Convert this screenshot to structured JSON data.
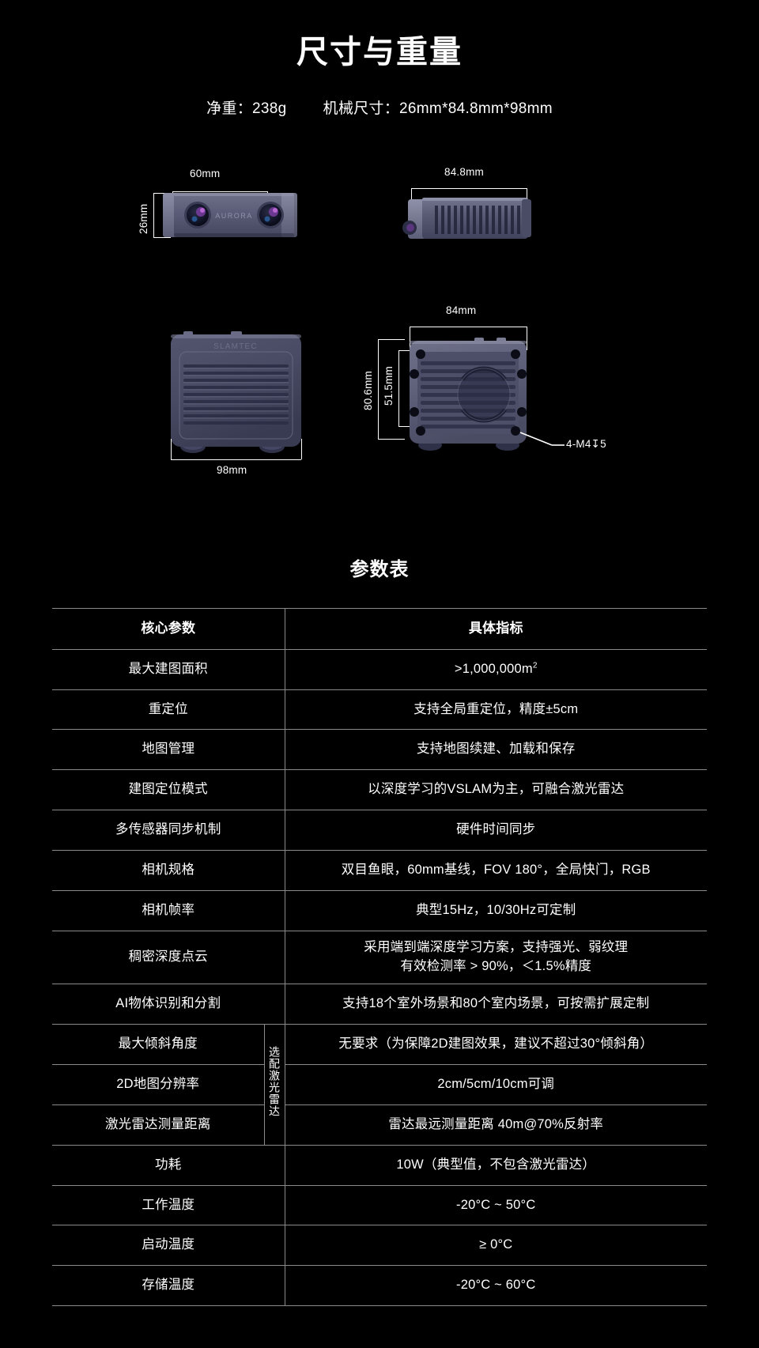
{
  "hero": {
    "title": "尺寸与重量",
    "net_weight": "净重：238g",
    "mechanical_size": "机械尺寸：26mm*84.8mm*98mm"
  },
  "drawings": {
    "front_view": {
      "name": "front-view",
      "brand_text": "AURORA",
      "width_dim": "60mm",
      "height_dim": "26mm"
    },
    "side_view": {
      "name": "side-view",
      "width_dim": "84.8mm"
    },
    "top_view": {
      "name": "top-view",
      "brand_text": "SLAMTEC",
      "width_dim": "98mm"
    },
    "bottom_view": {
      "name": "bottom-view",
      "width_dim": "84mm",
      "height_dim_outer": "80.6mm",
      "height_dim_inner": "51.5mm",
      "thread_note": "4-M4↧5"
    }
  },
  "spec_table": {
    "title": "参数表",
    "headers": [
      "核心参数",
      "具体指标"
    ],
    "group_label": "选配激光雷达",
    "rows": [
      {
        "param": "最大建图面积",
        "value": ">1,000,000m",
        "sup": "2",
        "grouped": false
      },
      {
        "param": "重定位",
        "value": "支持全局重定位，精度±5cm",
        "grouped": false
      },
      {
        "param": "地图管理",
        "value": "支持地图续建、加载和保存",
        "grouped": false
      },
      {
        "param": "建图定位模式",
        "value": "以深度学习的VSLAM为主，可融合激光雷达",
        "grouped": false
      },
      {
        "param": "多传感器同步机制",
        "value": "硬件时间同步",
        "grouped": false
      },
      {
        "param": "相机规格",
        "value": "双目鱼眼，60mm基线，FOV 180°，全局快门，RGB",
        "grouped": false
      },
      {
        "param": "相机帧率",
        "value": "典型15Hz，10/30Hz可定制",
        "grouped": false
      },
      {
        "param": "稠密深度点云",
        "value": "采用端到端深度学习方案，支持强光、弱纹理",
        "value2": "有效检测率 > 90%，＜1.5%精度",
        "grouped": false
      },
      {
        "param": "AI物体识别和分割",
        "value": "支持18个室外场景和80个室内场景，可按需扩展定制",
        "grouped": false
      },
      {
        "param": "最大倾斜角度",
        "value": "无要求（为保障2D建图效果，建议不超过30°倾斜角）",
        "grouped": true
      },
      {
        "param": "2D地图分辨率",
        "value": "2cm/5cm/10cm可调",
        "grouped": true
      },
      {
        "param": "激光雷达测量距离",
        "value": "雷达最远测量距离 40m@70%反射率",
        "grouped": true
      },
      {
        "param": "功耗",
        "value": "10W（典型值，不包含激光雷达）",
        "grouped": false
      },
      {
        "param": "工作温度",
        "value": "-20°C ~ 50°C",
        "grouped": false
      },
      {
        "param": "启动温度",
        "value": "≥ 0°C",
        "grouped": false
      },
      {
        "param": "存储温度",
        "value": "-20°C ~ 60°C",
        "grouped": false
      }
    ]
  },
  "colors": {
    "background": "#000000",
    "text": "#ffffff",
    "table_rule": "#8a8a8a",
    "device_body": "#5b5d78",
    "device_body_dark": "#3e4059",
    "device_fin": "#6b6d88",
    "lens_accent": "#c06bd8"
  }
}
